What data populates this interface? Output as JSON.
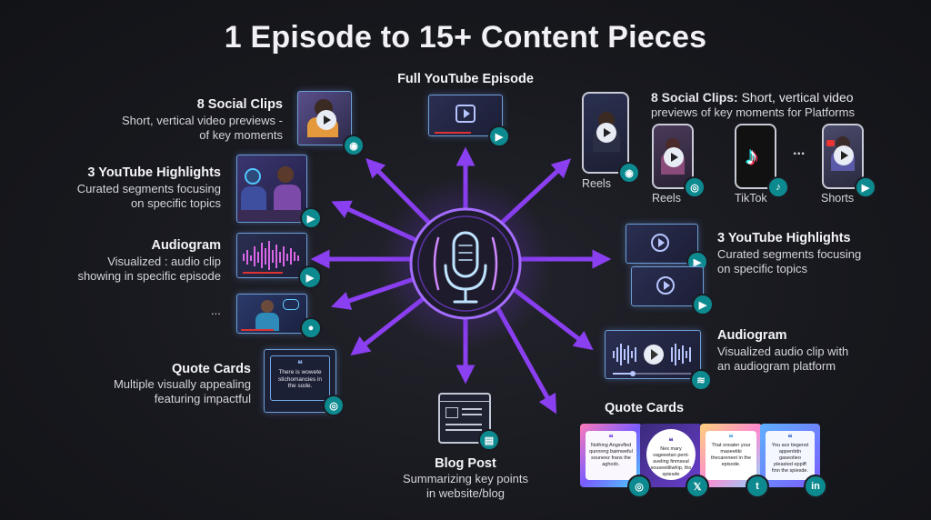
{
  "title": "1 Episode to 15+ Content Pieces",
  "center": {
    "icon": "microphone-icon"
  },
  "top": {
    "heading": "Full YouTube Episode"
  },
  "left": {
    "social": {
      "heading": "8 Social Clips",
      "line1": "Short, vertical video previews -",
      "line2": "of key moments"
    },
    "highlights": {
      "heading": "3 YouTube Highlights",
      "line1": "Curated segments focusing",
      "line2": "on specific topics"
    },
    "audiogram": {
      "heading": "Audiogram",
      "line1": "Visualized : audio clip",
      "line2": "showing in specific episode"
    },
    "more": "...",
    "quote": {
      "heading": "Quote Cards",
      "line1": "Multiple visually appealing",
      "line2": "featuring impactful",
      "card_text": "There is wowete stichomancies in the sode."
    }
  },
  "bottom": {
    "heading": "Blog Post",
    "line1": "Summarizing key points",
    "line2": "in website/blog"
  },
  "right": {
    "social": {
      "heading": "8 Social Clips:",
      "heading_rest": " Short, vertical video",
      "line2": "previews of key moments for Platforms",
      "platforms": [
        "Reels",
        "Reels",
        "TikTok",
        "Shorts"
      ],
      "more": "..."
    },
    "highlights": {
      "heading": "3 YouTube Highlights",
      "line1": "Curated segments focusing",
      "line2": "on specific topics"
    },
    "audiogram": {
      "heading": "Audiogram",
      "line1": "Visualized audio clip with",
      "line2": "an audiogram platform"
    },
    "quote": {
      "heading": "Quote Cards",
      "cards": [
        "Nothing Angsvfled qunnnng baimweful souneez frans the aghodc.",
        "Nex mary vageeetan pent-aveling finmseal souseetiliwhip, tho spiesde",
        "That snoater your maseetiki thecareneet in the episode.",
        "You ace tiegenst appentidn gaseotieo pleasted eppiff finn the spiesde."
      ],
      "badges": [
        "instagram-icon",
        "x-icon",
        "twitter-icon",
        "linkedin-icon"
      ]
    }
  },
  "colors": {
    "arrow": "#8a3ff0",
    "glow": "#9b5cff",
    "badge": "#0d8a8f",
    "accent_border": "#6b9fd6"
  }
}
